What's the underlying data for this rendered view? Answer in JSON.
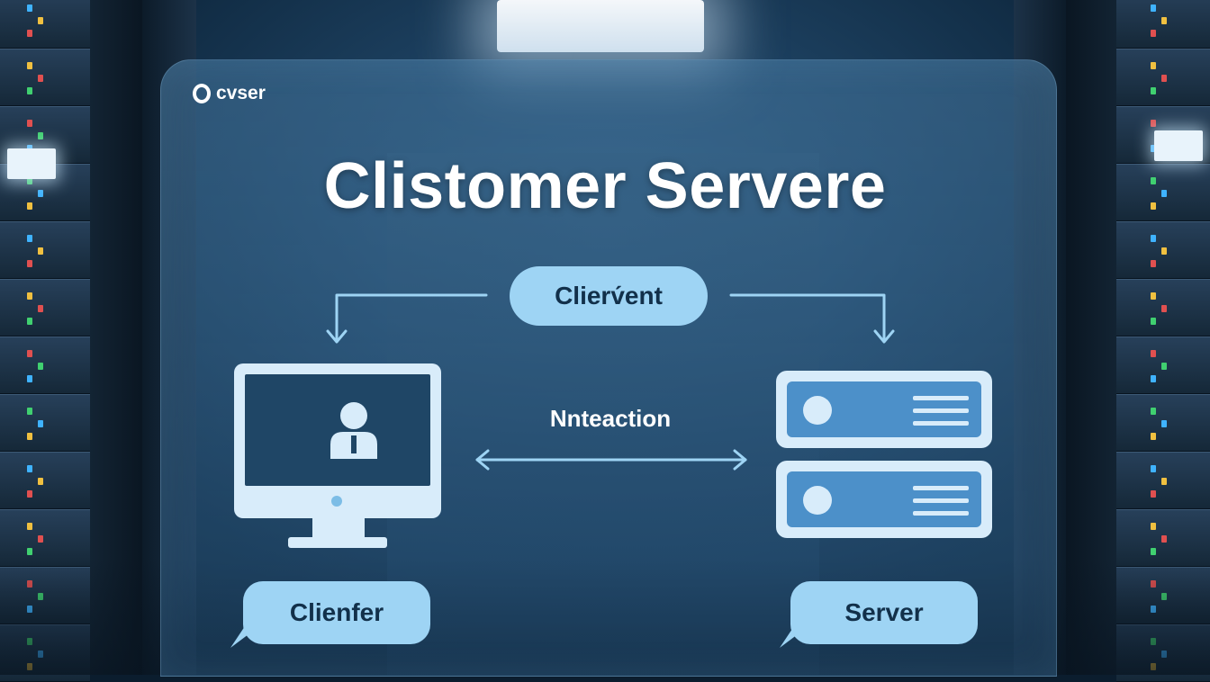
{
  "brand": {
    "logo_text": "cvser",
    "icon": "o-ring-icon"
  },
  "title": "Clistomer Servere",
  "top_pill": "Clierv́ent",
  "interaction_label": "Nnteaction",
  "client_bubble": "Clienfer",
  "server_bubble": "Server",
  "colors": {
    "accent": "#9ed4f4",
    "panel": "#d8ecfa",
    "server_face": "#4c90c9",
    "arrow": "#9ed4f4"
  },
  "icons": [
    "monitor-icon",
    "user-icon",
    "server-icon",
    "arrow-icon"
  ]
}
